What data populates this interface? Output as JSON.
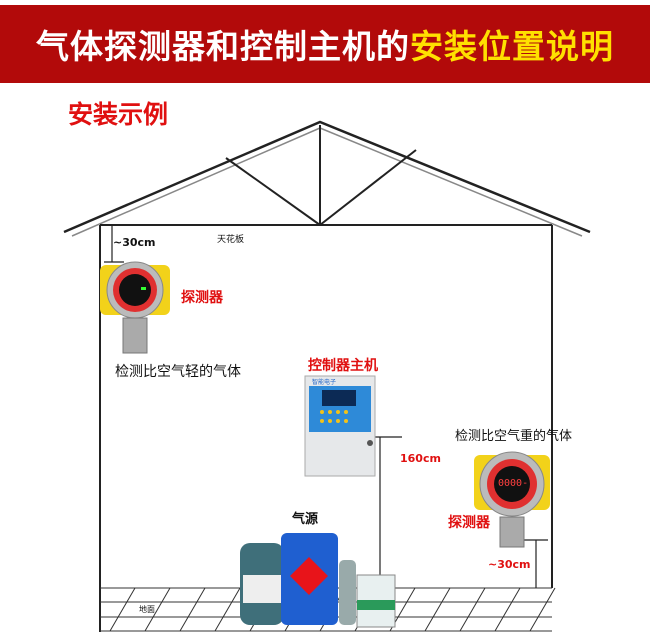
{
  "header": {
    "title_white": "气体探测器和控制主机的",
    "title_yellow": "安装位置说明"
  },
  "section_title": "安装示例",
  "ceiling_label": "天花板",
  "floor_label": "地面",
  "top_detector": {
    "distance": "~30cm",
    "label": "探测器",
    "note": "检测比空气轻的气体"
  },
  "controller": {
    "label": "控制器主机",
    "brand": "智能电子",
    "height": "160cm"
  },
  "bottom_detector": {
    "distance": "~30cm",
    "label": "探测器",
    "note": "检测比空气重的气体",
    "display": "0000-"
  },
  "gas_source": {
    "label": "气源"
  },
  "colors": {
    "banner": "#b20a0a",
    "title_accent": "#ffe000",
    "label_red": "#e01010",
    "detector_yellow": "#f2d21a",
    "drum_blue": "#1f5fd0"
  }
}
